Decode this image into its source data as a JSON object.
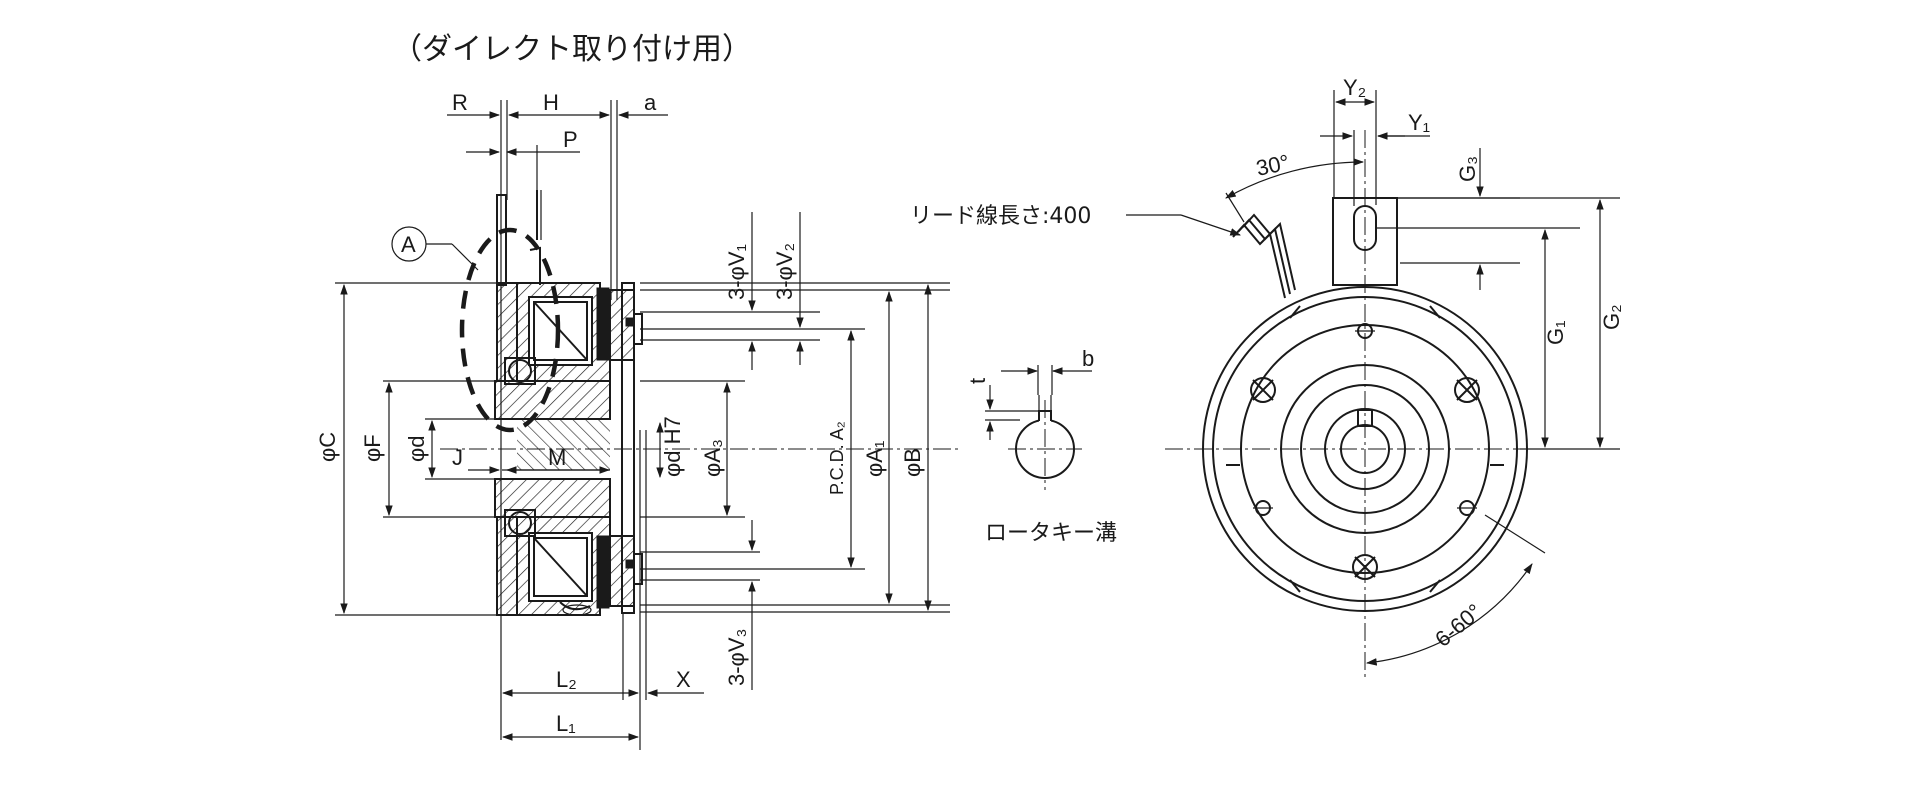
{
  "title": "（ダイレクト取り付け用）",
  "callouts": {
    "detail_a": "A",
    "lead_wire": "リード線長さ:400",
    "rotor_keyway": "ロータキー溝"
  },
  "side_view_labels": {
    "R": "R",
    "H": "H",
    "a": "a",
    "P": "P",
    "V1": "3-φV₁",
    "V2": "3-φV₂",
    "V3": "3-φV₃",
    "C": "φC",
    "F": "φF",
    "d": "φd",
    "J": "J",
    "M": "M",
    "dH7": "φd H7",
    "A3": "φA₃",
    "PCD": "P.C.D. A₂",
    "A1": "φA₁",
    "B": "φB",
    "L2": "L₂",
    "X": "X",
    "L1": "L₁"
  },
  "keyway_labels": {
    "t": "t",
    "b": "b"
  },
  "front_view_labels": {
    "Y2": "Y₂",
    "Y1": "Y₁",
    "angle_30": "30°",
    "G3": "G₃",
    "G1": "G₁",
    "G2": "G₂",
    "angle_6_60": "6-60°"
  }
}
